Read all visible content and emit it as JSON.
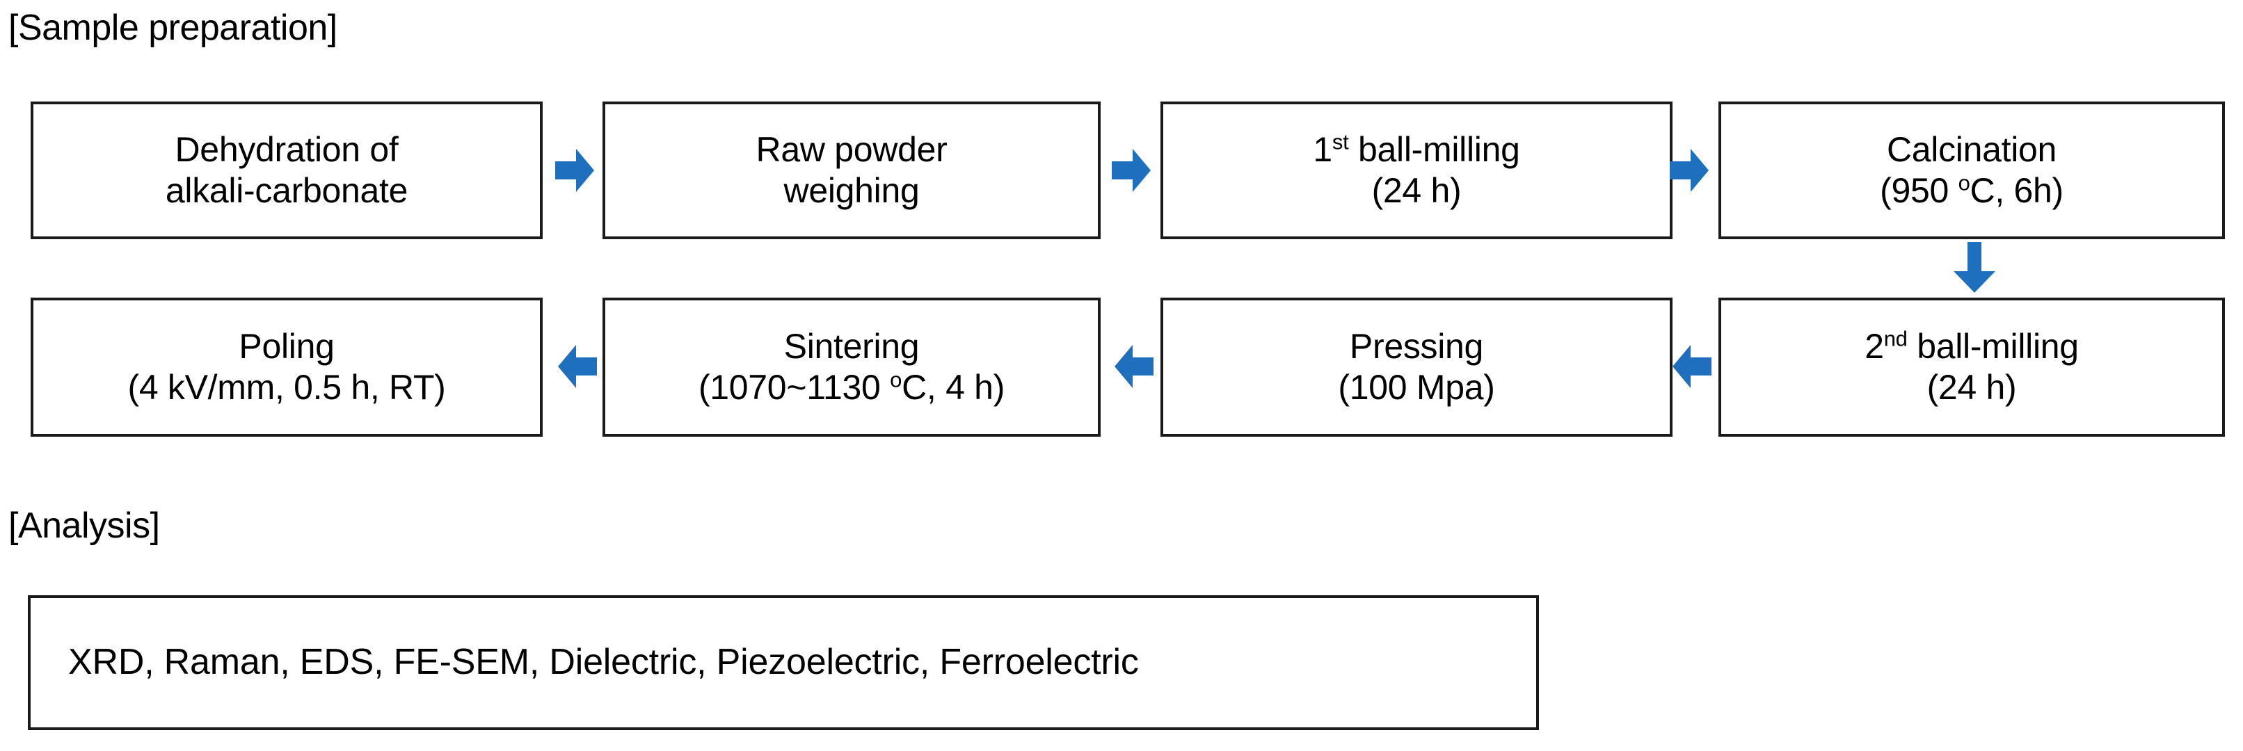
{
  "sections": {
    "sample_preparation_title": "[Sample preparation]",
    "analysis_title": "[Analysis]"
  },
  "colors": {
    "arrow_blue": "#1F6FBF",
    "border_black": "#1a1a1a",
    "background": "#ffffff"
  },
  "flow": {
    "row1": [
      {
        "id": "dehydration",
        "line1": "Dehydration of",
        "line2": "alkali-carbonate"
      },
      {
        "id": "raw-powder",
        "line1": "Raw powder",
        "line2": "weighing"
      },
      {
        "id": "ball-milling-1",
        "line1_pre": "1",
        "line1_sup": "st",
        "line1_post": " ball-milling",
        "line2": "(24 h)"
      },
      {
        "id": "calcination",
        "line1": "Calcination",
        "line2_pre": "(950 ",
        "line2_sup": "o",
        "line2_post": "C,  6h)"
      }
    ],
    "row2": [
      {
        "id": "poling",
        "line1": "Poling",
        "line2": "(4 kV/mm, 0.5 h, RT)"
      },
      {
        "id": "sintering",
        "line1": "Sintering",
        "line2_pre": "(1070~1130 ",
        "line2_sup": "o",
        "line2_post": "C, 4 h)"
      },
      {
        "id": "pressing",
        "line1": "Pressing",
        "line2": "(100 Mpa)"
      },
      {
        "id": "ball-milling-2",
        "line1_pre": "2",
        "line1_sup": "nd",
        "line1_post": " ball-milling",
        "line2": "(24 h)"
      }
    ],
    "analysis_items": "XRD, Raman, EDS, FE-SEM, Dielectric, Piezoelectric, Ferroelectric"
  },
  "arrows": [
    {
      "id": "arrow-dehydration-to-raw-powder",
      "direction": "right"
    },
    {
      "id": "arrow-raw-powder-to-ball-milling-1",
      "direction": "right"
    },
    {
      "id": "arrow-ball-milling-1-to-calcination",
      "direction": "right"
    },
    {
      "id": "arrow-calcination-to-ball-milling-2",
      "direction": "down"
    },
    {
      "id": "arrow-ball-milling-2-to-pressing",
      "direction": "left"
    },
    {
      "id": "arrow-pressing-to-sintering",
      "direction": "left"
    },
    {
      "id": "arrow-sintering-to-poling",
      "direction": "left"
    }
  ]
}
